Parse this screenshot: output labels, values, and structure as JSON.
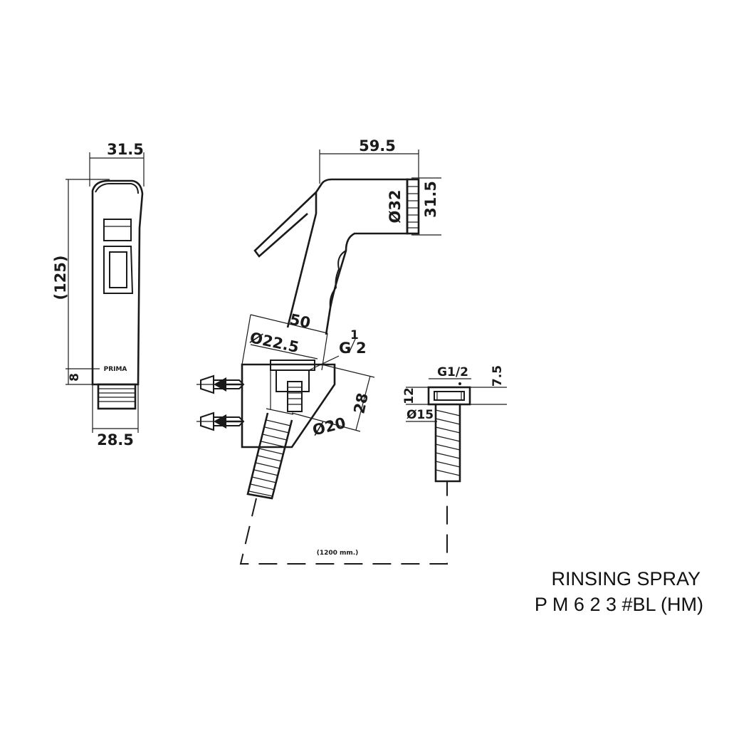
{
  "title": {
    "line1": "RINSING  SPRAY",
    "line2": "P M 6 2 3 #BL (HM)"
  },
  "front_view": {
    "width_top": "31.5",
    "height": "(125)",
    "thread_height": "8",
    "width_bottom": "28.5",
    "logo": "PRIMA"
  },
  "side_view": {
    "length": "59.5",
    "nozzle_diameter": "Ø32",
    "nozzle_height": "31.5",
    "holder_width": "50",
    "holder_diameter": "Ø22.5",
    "thread_g": "G",
    "thread_num": "1",
    "thread_den": "2",
    "holder_depth": "28",
    "hose_diameter": "Ø20",
    "hose_length": "(1200 mm.)"
  },
  "nut_view": {
    "thread": "G1/2",
    "depth": "7.5",
    "height": "12",
    "diameter": "Ø15"
  }
}
